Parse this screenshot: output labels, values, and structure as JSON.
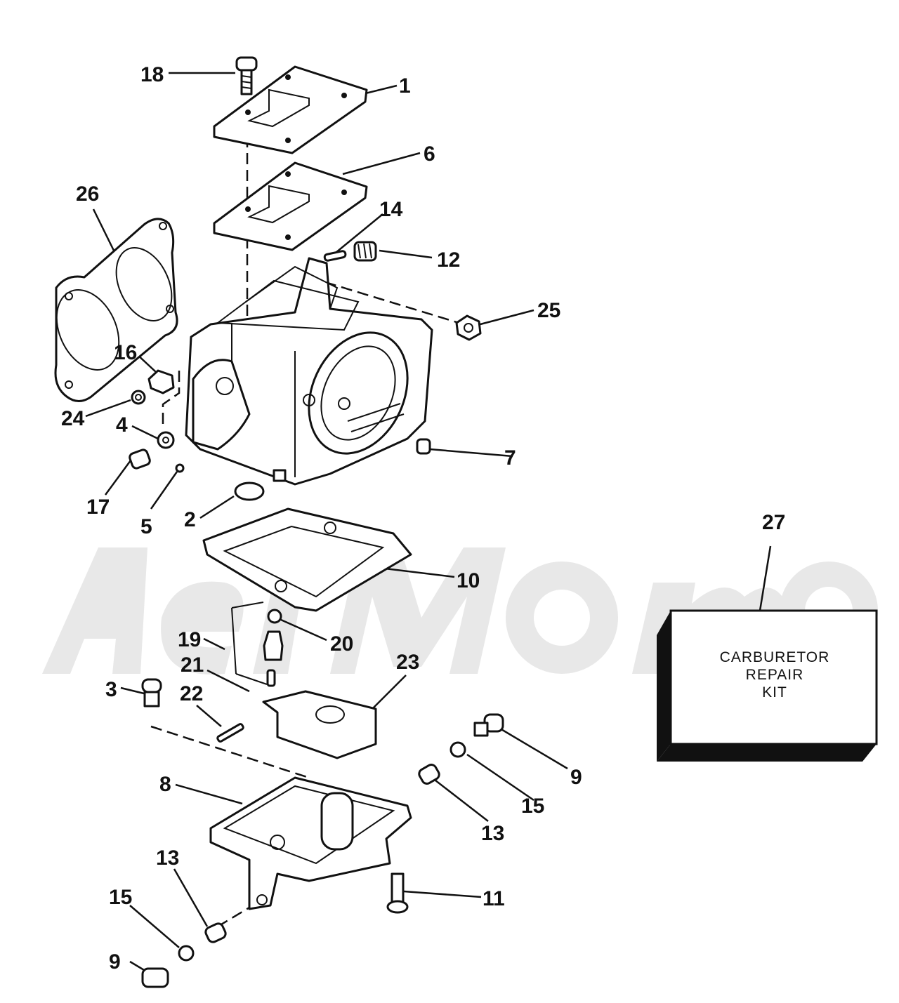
{
  "callouts": [
    "1",
    "2",
    "3",
    "4",
    "5",
    "6",
    "7",
    "8",
    "9",
    "9",
    "10",
    "11",
    "12",
    "13",
    "13",
    "14",
    "15",
    "15",
    "16",
    "17",
    "18",
    "19",
    "20",
    "21",
    "22",
    "23",
    "24",
    "25",
    "26",
    "27"
  ],
  "kit_box": {
    "line1": "CARBURETOR",
    "line2": "REPAIR",
    "line3": "KIT"
  },
  "colors": {
    "ink": "#111111",
    "background": "#ffffff",
    "watermark": "#e8e8e8"
  }
}
